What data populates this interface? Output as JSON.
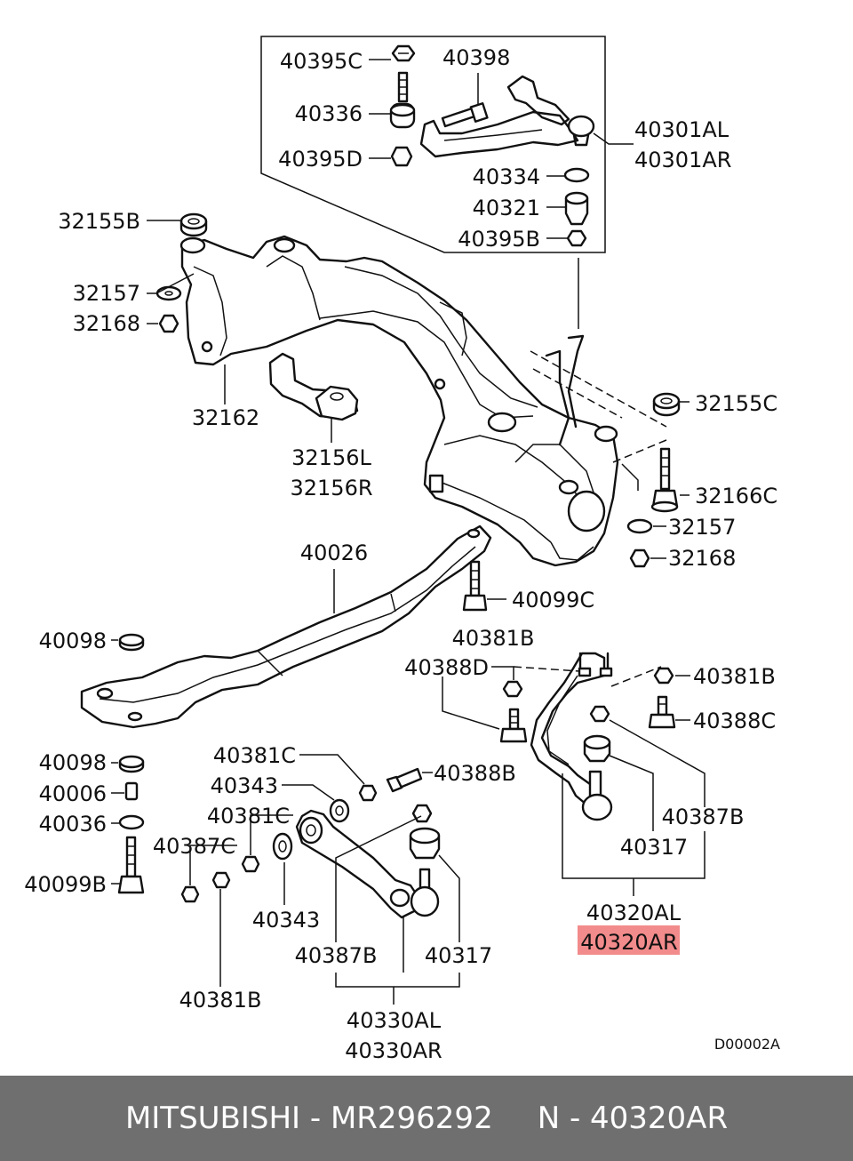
{
  "parts": {
    "p40395C": "40395C",
    "p40398": "40398",
    "p40336": "40336",
    "p40395D": "40395D",
    "p40301AL": "40301AL",
    "p40301AR": "40301AR",
    "p40334": "40334",
    "p40321": "40321",
    "p40395B": "40395B",
    "p32155B": "32155B",
    "p32157a": "32157",
    "p32168a": "32168",
    "p32162": "32162",
    "p32156L": "32156L",
    "p32156R": "32156R",
    "p32155C": "32155C",
    "p32166C": "32166C",
    "p32157b": "32157",
    "p32168b": "32168",
    "p40026": "40026",
    "p40099C": "40099C",
    "p40098a": "40098",
    "p40381Ba": "40381B",
    "p40388D": "40388D",
    "p40381Bb": "40381B",
    "p40388C": "40388C",
    "p40387Ba": "40387B",
    "p40317a": "40317",
    "p40320AL": "40320AL",
    "p40320AR": "40320AR",
    "p40098b": "40098",
    "p40006": "40006",
    "p40036": "40036",
    "p40099B": "40099B",
    "p40381Ca": "40381C",
    "p40343a": "40343",
    "p40388B": "40388B",
    "p40381Cb": "40381C",
    "p40387C": "40387C",
    "p40343b": "40343",
    "p40387Bb": "40387B",
    "p40317b": "40317",
    "p40381Bc": "40381B",
    "p40330AL": "40330AL",
    "p40330AR": "40330AR"
  },
  "diagram_code": "D00002A",
  "highlight_color": "#f28b8b",
  "footer": {
    "left": "MITSUBISHI - MR296292",
    "right": "N - 40320AR"
  }
}
